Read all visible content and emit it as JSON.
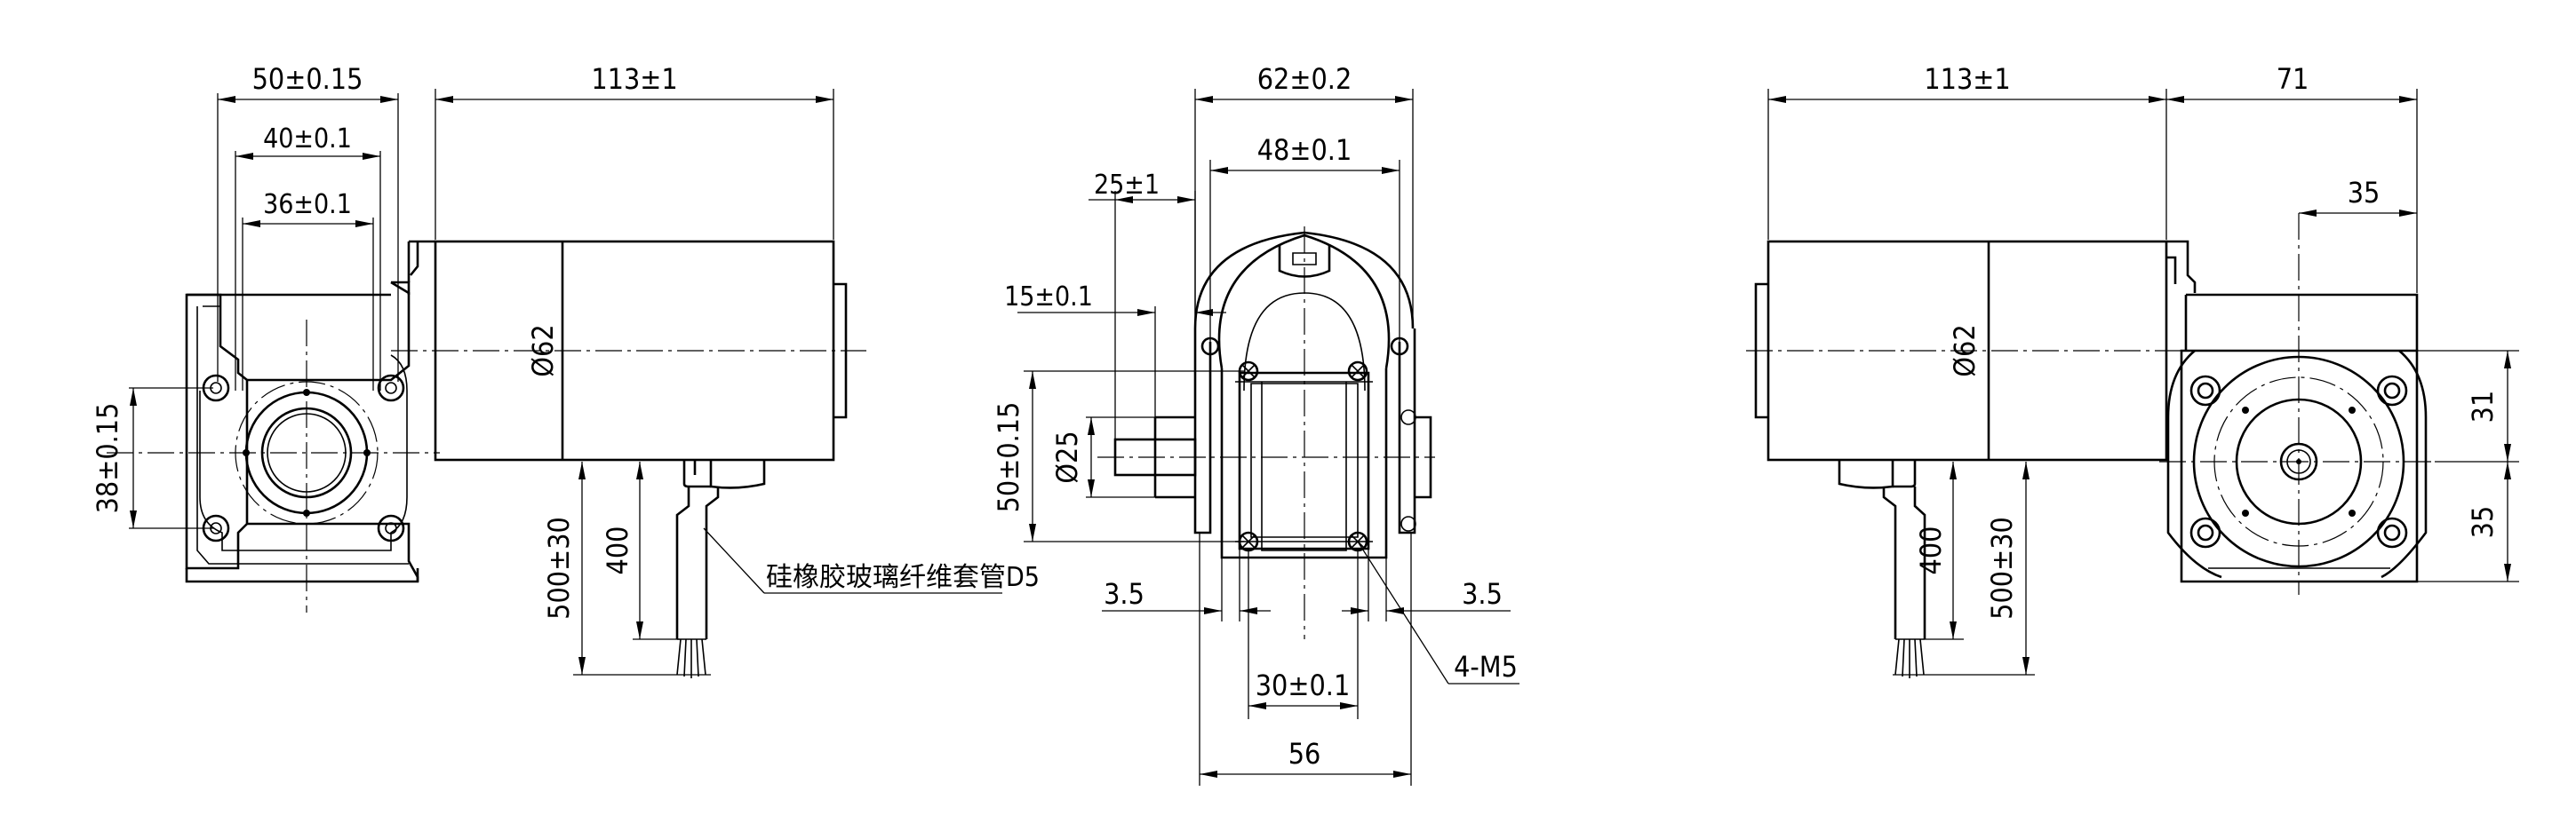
{
  "drawing": {
    "left_view": {
      "dims": {
        "flange_width": "50±0.15",
        "hole_spacing_40": "40±0.1",
        "hole_spacing_36": "36±0.1",
        "body_length": "113±1",
        "height_38": "38±0.15",
        "diameter": "Ø62",
        "lead_500": "500±30",
        "lead_400": "400"
      },
      "note": "硅橡胶玻璃纤维套管D5"
    },
    "middle_view": {
      "dims": {
        "width_62": "62±0.2",
        "width_48": "48±0.1",
        "shaft_25": "25±1",
        "key_15": "15±0.1",
        "shaft_dia": "Ø25",
        "height_50": "50±0.15",
        "left_35": "3.5",
        "right_35": "3.5",
        "width_30": "30±0.1",
        "width_56": "56",
        "thread": "4-M5"
      }
    },
    "right_view": {
      "dims": {
        "body_length": "113±1",
        "width_71": "71",
        "offset_35": "35",
        "diameter": "Ø62",
        "height_31": "31",
        "height_35": "35",
        "lead_400": "400",
        "lead_500": "500±30"
      }
    }
  }
}
